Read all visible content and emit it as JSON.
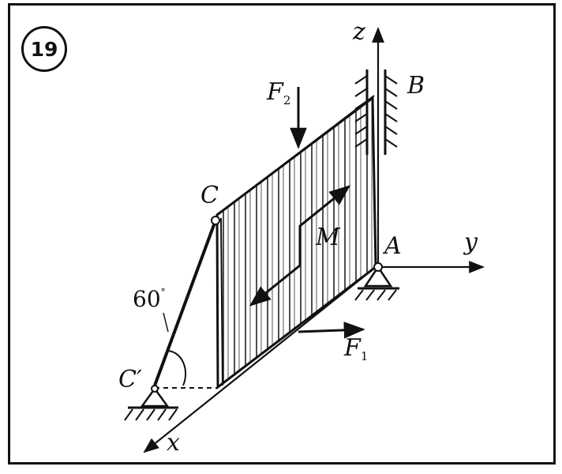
{
  "problem_number": "19",
  "labels": {
    "z": "z",
    "y": "y",
    "x": "x",
    "B": "B",
    "A": "A",
    "C": "C",
    "C_prime": "C′",
    "M": "M",
    "F1": "F",
    "F1_sub": "1",
    "F2": "F",
    "F2_sub": "2",
    "angle": "60",
    "angle_unit": "°"
  }
}
